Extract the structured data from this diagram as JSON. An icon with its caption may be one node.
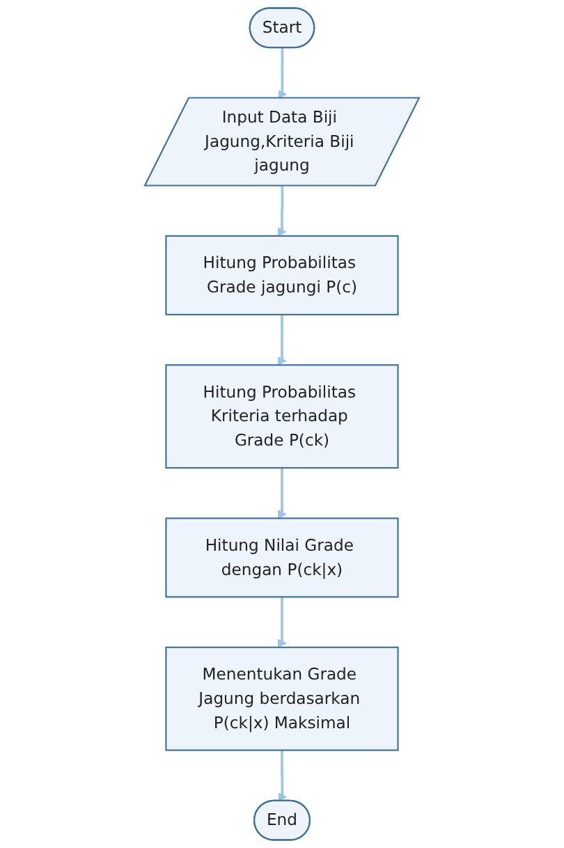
{
  "diagram": {
    "nodes": [
      {
        "text": [
          "Start"
        ]
      },
      {
        "text": [
          "Input Data Biji Jagung,Kriteria Biji jagung"
        ]
      },
      {
        "text": [
          "Hitung Probabilitas Grade jagungi P(c)"
        ]
      },
      {
        "text": [
          "Hitung Probabilitas Kriteria terhadap Grade P(ck)"
        ]
      },
      {
        "text": [
          "Hitung Nilai Grade dengan P(ck|x)"
        ]
      },
      {
        "text": [
          "Menentukan Grade Jagung berdasarkan P(ck|x) Maksimal"
        ]
      },
      {
        "text": [
          "End"
        ]
      }
    ],
    "edges": [
      {
        "from": 0,
        "to": 1,
        "arrow": "to"
      },
      {
        "from": 1,
        "to": 2,
        "arrow": "to"
      },
      {
        "from": 2,
        "to": 3,
        "arrow": "to"
      },
      {
        "from": 3,
        "to": 4,
        "arrow": "to"
      },
      {
        "from": 4,
        "to": 5,
        "arrow": "to"
      },
      {
        "from": 5,
        "to": 6,
        "arrow": "to"
      }
    ]
  }
}
